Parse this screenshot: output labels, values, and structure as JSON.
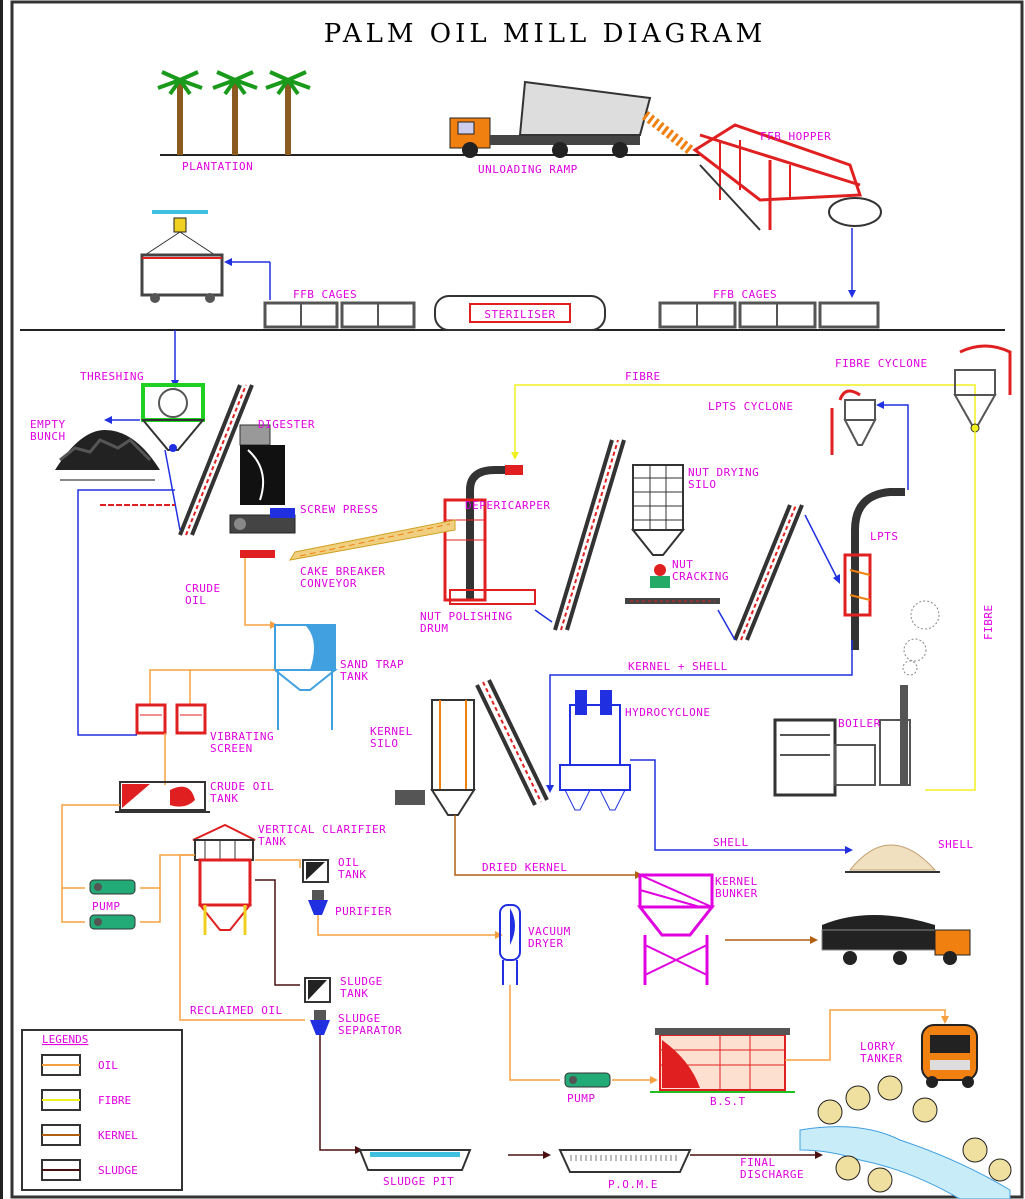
{
  "title": "PALM OIL MILL DIAGRAM",
  "labels": {
    "plantation": "PLANTATION",
    "unloading_ramp": "UNLOADING RAMP",
    "ffb_hopper": "FFB HOPPER",
    "ffb_cages_left": "FFB CAGES",
    "steriliser": "STERILISER",
    "ffb_cages_right": "FFB CAGES",
    "threshing": "THRESHING",
    "empty_bunch_1": "EMPTY",
    "empty_bunch_2": "BUNCH",
    "digester": "DIGESTER",
    "screw_press": "SCREW PRESS",
    "fibre_top": "FIBRE",
    "fibre_cyclone": "FIBRE CYCLONE",
    "lpts_cyclone": "LPTS CYCLONE",
    "nut_drying_silo_1": "NUT DRYING",
    "nut_drying_silo_2": "SILO",
    "depericarper": "DEPERICARPER",
    "lpts": "LPTS",
    "cake_breaker_1": "CAKE BREAKER",
    "cake_breaker_2": "CONVEYOR",
    "nut_cracking_1": "NUT",
    "nut_cracking_2": "CRACKING",
    "crude_oil_1": "CRUDE",
    "crude_oil_2": "OIL",
    "nut_polishing_1": "NUT POLISHING",
    "nut_polishing_2": "DRUM",
    "fibre_side": "FIBRE",
    "kernel_shell": "KERNEL + SHELL",
    "sand_trap_1": "SAND TRAP",
    "sand_trap_2": "TANK",
    "kernel_silo_1": "KERNEL",
    "kernel_silo_2": "SILO",
    "hydrocyclone": "HYDROCYCLONE",
    "boiler": "BOILER",
    "vibrating_screen_1": "VIBRATING",
    "vibrating_screen_2": "SCREEN",
    "crude_oil_tank_1": "CRUDE OIL",
    "crude_oil_tank_2": "TANK",
    "vertical_clarifier_1": "VERTICAL CLARIFIER",
    "vertical_clarifier_2": "TANK",
    "shell_line": "SHELL",
    "shell_pile": "SHELL",
    "oil_tank_1": "OIL",
    "oil_tank_2": "TANK",
    "dried_kernel": "DRIED KERNEL",
    "kernel_bunker_1": "KERNEL",
    "kernel_bunker_2": "BUNKER",
    "pump_left": "PUMP",
    "purifier": "PURIFIER",
    "vacuum_dryer_1": "VACUUM",
    "vacuum_dryer_2": "DRYER",
    "sludge_tank_1": "SLUDGE",
    "sludge_tank_2": "TANK",
    "reclaimed_oil": "RECLAIMED OIL",
    "sludge_separator_1": "SLUDGE",
    "sludge_separator_2": "SEPARATOR",
    "lorry_tanker_1": "LORRY",
    "lorry_tanker_2": "TANKER",
    "pump_bottom": "PUMP",
    "bst": "B.S.T",
    "sludge_pit": "SLUDGE PIT",
    "pome": "P.O.M.E",
    "final_discharge_1": "FINAL",
    "final_discharge_2": "DISCHARGE"
  },
  "legend": {
    "title": "LEGENDS",
    "items": [
      {
        "label": "OIL",
        "color": "#f5a040"
      },
      {
        "label": "FIBRE",
        "color": "#f0f020"
      },
      {
        "label": "KERNEL",
        "color": "#b06010"
      },
      {
        "label": "SLUDGE",
        "color": "#4a1010"
      }
    ]
  },
  "colors": {
    "oil": "#f5a040",
    "fibre": "#f0f020",
    "kernel": "#b06010",
    "sludge": "#4a1010",
    "ffb": "#2030e0",
    "label": "#e000e0"
  }
}
